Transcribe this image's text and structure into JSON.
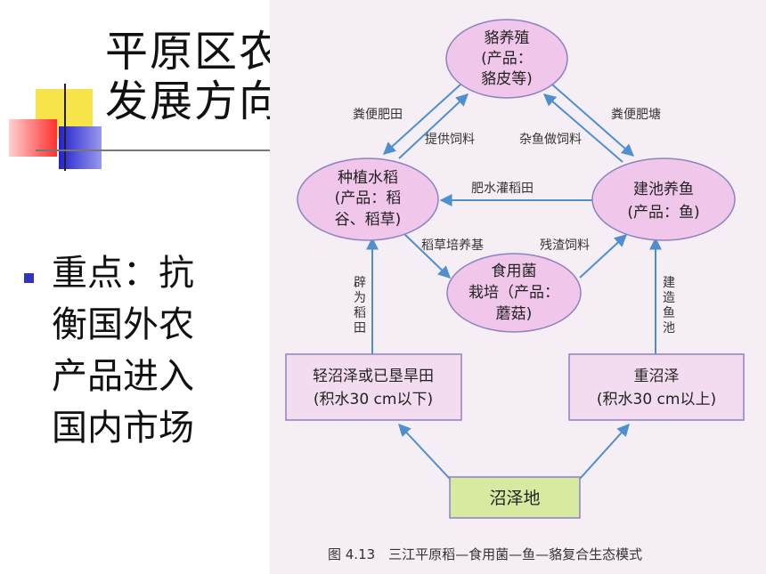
{
  "title": {
    "line1": "平原区农业",
    "line2": "发展方向"
  },
  "bullet": {
    "lines": [
      "重点：抗",
      "衡国外农",
      "产品进入",
      "国内市场"
    ]
  },
  "diagram": {
    "nodes": {
      "mink": [
        "貉养殖",
        "(产品：",
        "貉皮等)"
      ],
      "rice": [
        "种植水稻",
        "(产品：稻",
        "谷、稻草)"
      ],
      "fish": [
        "建池养鱼",
        "(产品：鱼)"
      ],
      "mushroom": [
        "食用菌",
        "栽培（产品：",
        "蘑菇)"
      ],
      "light": [
        "轻沼泽或已垦旱田",
        "(积水30 cm以下)"
      ],
      "heavy": [
        "重沼泽",
        "(积水30 cm以上)"
      ],
      "swamp": [
        "沼泽地"
      ]
    },
    "edges": {
      "mink_to_rice": "粪便肥田",
      "rice_to_mink": "提供饲料",
      "fish_to_mink": "杂鱼做饲料",
      "mink_to_fish": "粪便肥塘",
      "fish_to_rice": "肥水灌稻田",
      "rice_to_mushroom": "稻草培养基",
      "mushroom_to_fish": "残渣饲料",
      "light_to_rice": [
        "辟",
        "为",
        "稻",
        "田"
      ],
      "heavy_to_fish": [
        "建",
        "造",
        "鱼",
        "池"
      ]
    }
  },
  "caption": "图 4.13　三江平原稻—食用菌—鱼—貉复合生态模式",
  "colors": {
    "ellipse_fill": "#f0c6ea",
    "ellipse_stroke": "#8c82c4",
    "box_fill": "#f3dcef",
    "swamp_fill": "#d8eaa0",
    "arrow": "#4f8fd0"
  }
}
